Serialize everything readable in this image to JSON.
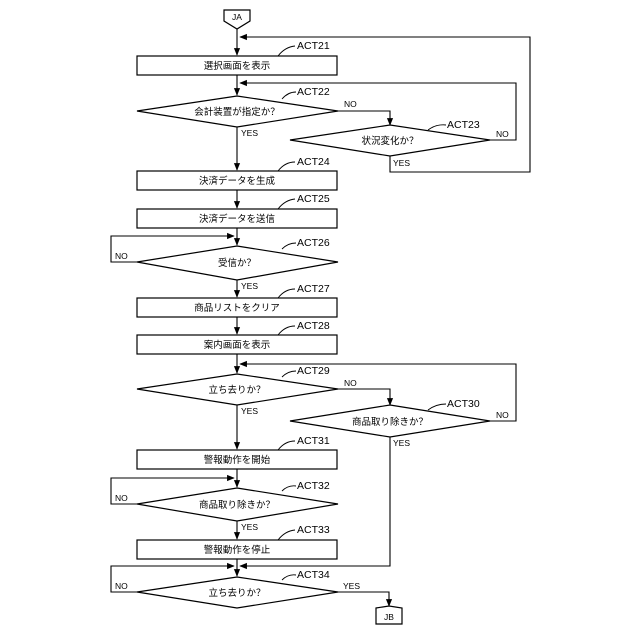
{
  "terminals": {
    "start": "JA",
    "end": "JB"
  },
  "steps": {
    "act21": {
      "id": "ACT21",
      "text": "選択画面を表示"
    },
    "act22": {
      "id": "ACT22",
      "text": "会計装置が指定か？"
    },
    "act23": {
      "id": "ACT23",
      "text": "状況変化か？"
    },
    "act24": {
      "id": "ACT24",
      "text": "決済データを生成"
    },
    "act25": {
      "id": "ACT25",
      "text": "決済データを送信"
    },
    "act26": {
      "id": "ACT26",
      "text": "受信か？"
    },
    "act27": {
      "id": "ACT27",
      "text": "商品リストをクリア"
    },
    "act28": {
      "id": "ACT28",
      "text": "案内画面を表示"
    },
    "act29": {
      "id": "ACT29",
      "text": "立ち去りか？"
    },
    "act30": {
      "id": "ACT30",
      "text": "商品取り除きか？"
    },
    "act31": {
      "id": "ACT31",
      "text": "警報動作を開始"
    },
    "act32": {
      "id": "ACT32",
      "text": "商品取り除きか？"
    },
    "act33": {
      "id": "ACT33",
      "text": "警報動作を停止"
    },
    "act34": {
      "id": "ACT34",
      "text": "立ち去りか？"
    }
  },
  "branch_labels": {
    "yes": "YES",
    "no": "NO"
  }
}
